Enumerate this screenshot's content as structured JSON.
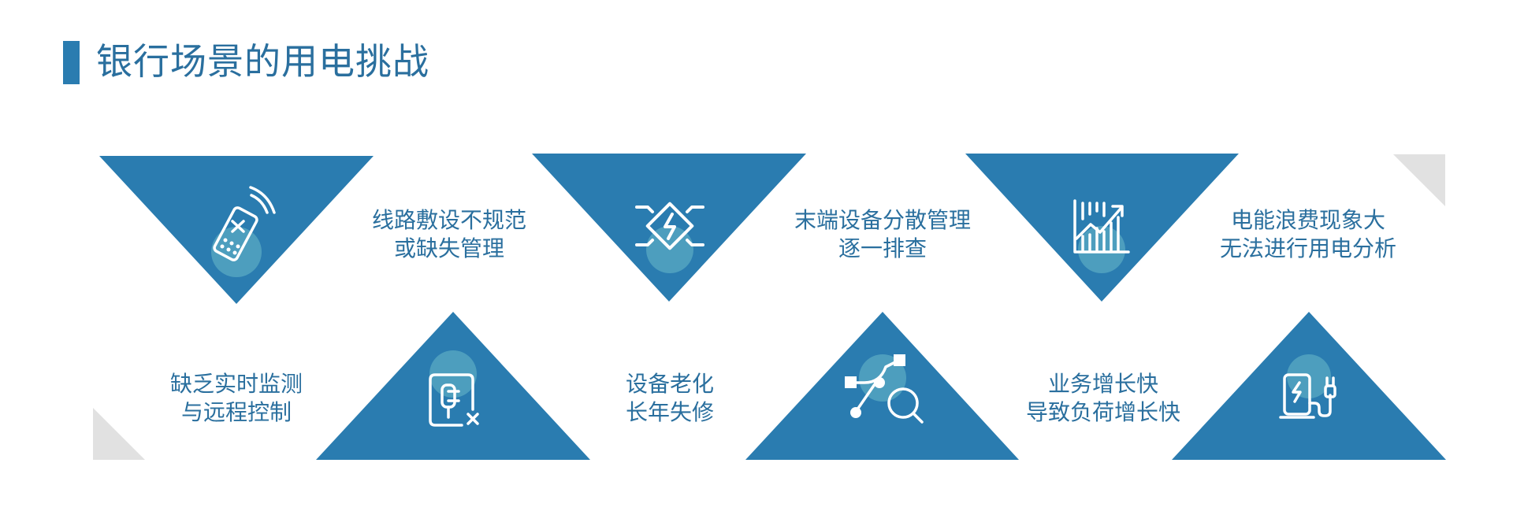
{
  "title": "银行场景的用电挑战",
  "colors": {
    "accent": "#2a7cb0",
    "title": "#2a6f9e",
    "circle": "#5aa9c3",
    "corner": "#e1e1e1"
  },
  "challenges": [
    {
      "line1": "线路敷设不规范",
      "line2": "或缺失管理",
      "icon": "remote-phone-icon"
    },
    {
      "line1": "末端设备分散管理",
      "line2": "逐一排查",
      "icon": "lightning-chip-icon"
    },
    {
      "line1": "电能浪费现象大",
      "line2": "无法进行用电分析",
      "icon": "bar-chart-trend-icon"
    },
    {
      "line1": "缺乏实时监测",
      "line2": "与远程控制",
      "icon": "device-monitor-icon"
    },
    {
      "line1": "设备老化",
      "line2": "长年失修",
      "icon": "search-nodes-icon"
    },
    {
      "line1": "业务增长快",
      "line2": "导致负荷增长快",
      "icon": "ev-charger-icon"
    }
  ]
}
